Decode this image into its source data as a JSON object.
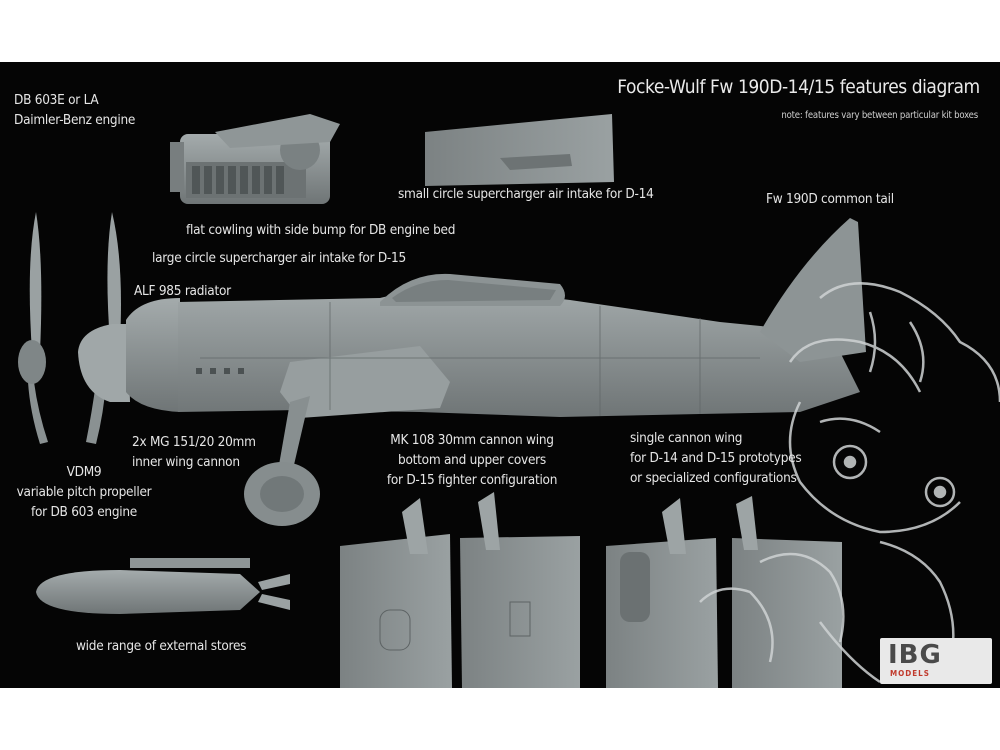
{
  "header": {
    "title": "Focke-Wulf Fw 190D-14/15 features diagram",
    "note": "note: features vary between particular kit boxes"
  },
  "labels": {
    "engine_line1": "DB 603E or LA",
    "engine_line2": "Daimler-Benz engine",
    "small_intake": "small circle supercharger air intake for D-14",
    "common_tail": "Fw 190D common tail",
    "flat_cowling": "flat cowling with side bump for DB engine bed",
    "large_intake": "large circle supercharger air intake for D-15",
    "radiator": "ALF 985 radiator",
    "mg_line1": "2x MG 151/20 20mm",
    "mg_line2": "inner wing cannon",
    "mk108_line1": "MK 108 30mm cannon wing",
    "mk108_line2": "bottom and upper covers",
    "mk108_line3": "for D-15 fighter configuration",
    "single_line1": "single cannon wing",
    "single_line2": "for D-14 and D-15 prototypes",
    "single_line3": "or specialized configurations",
    "vdm_line1": "VDM9",
    "vdm_line2": "variable pitch propeller",
    "vdm_line3": "for DB 603 engine",
    "stores": "wide range of external stores"
  },
  "logo": {
    "brand": "IBG",
    "sub": "MODELS"
  },
  "colors": {
    "background": "#050505",
    "model_grey": "#8e9596",
    "text": "#e6e6e6"
  }
}
